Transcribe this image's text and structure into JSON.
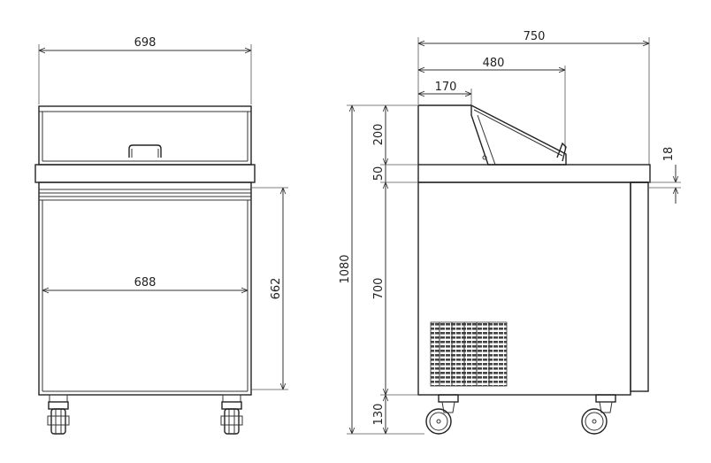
{
  "front_view": {
    "overall_width": "698",
    "door_width": "688",
    "door_height": "662"
  },
  "side_view": {
    "overall_depth": "750",
    "lid_depth": "480",
    "lid_offset": "170",
    "total_height": "1080",
    "top_section_height": "200",
    "worktop_thickness": "50",
    "overhang": "18",
    "cabinet_height": "700",
    "leg_height": "130"
  },
  "colors": {
    "line": "#333333",
    "background": "#ffffff"
  }
}
